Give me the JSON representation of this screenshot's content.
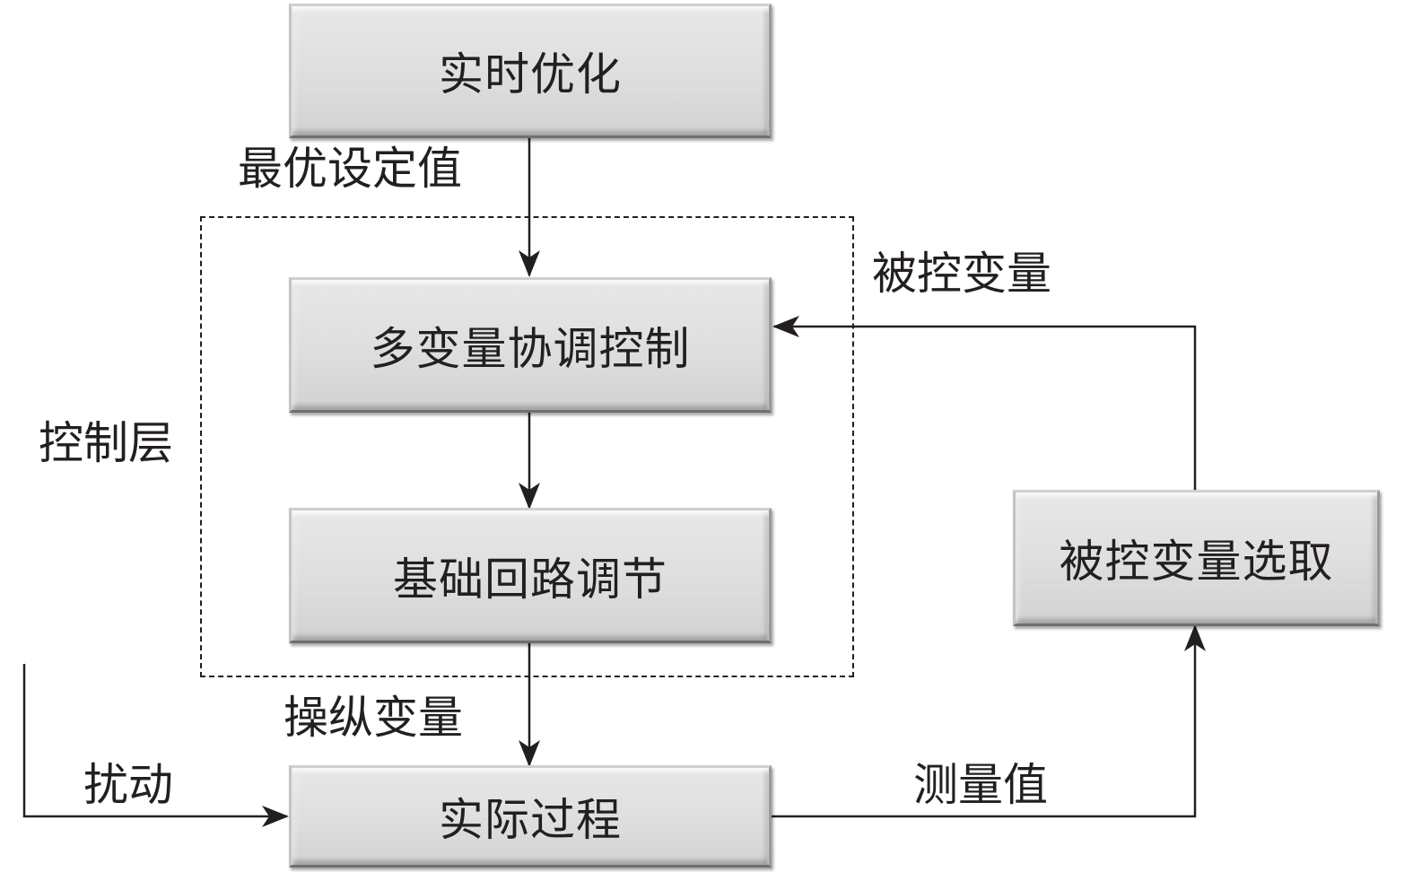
{
  "boxes": {
    "rto": "实时优化",
    "mpc": "多变量协调控制",
    "basic": "基础回路调节",
    "process": "实际过程",
    "cv_select": "被控变量选取"
  },
  "labels": {
    "optimal_setpoint": "最优设定值",
    "controlled_variable": "被控变量",
    "control_layer": "控制层",
    "manipulated_variable": "操纵变量",
    "disturbance": "扰动",
    "measured_value": "测量值"
  }
}
